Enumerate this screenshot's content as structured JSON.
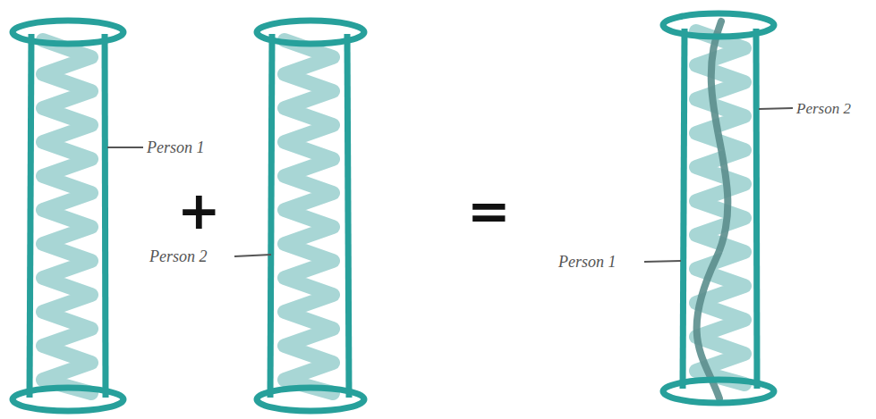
{
  "diagram": {
    "labels": [
      "Person 1",
      "+",
      "Person 2",
      "=",
      "Person 2",
      "Person 1"
    ]
  }
}
